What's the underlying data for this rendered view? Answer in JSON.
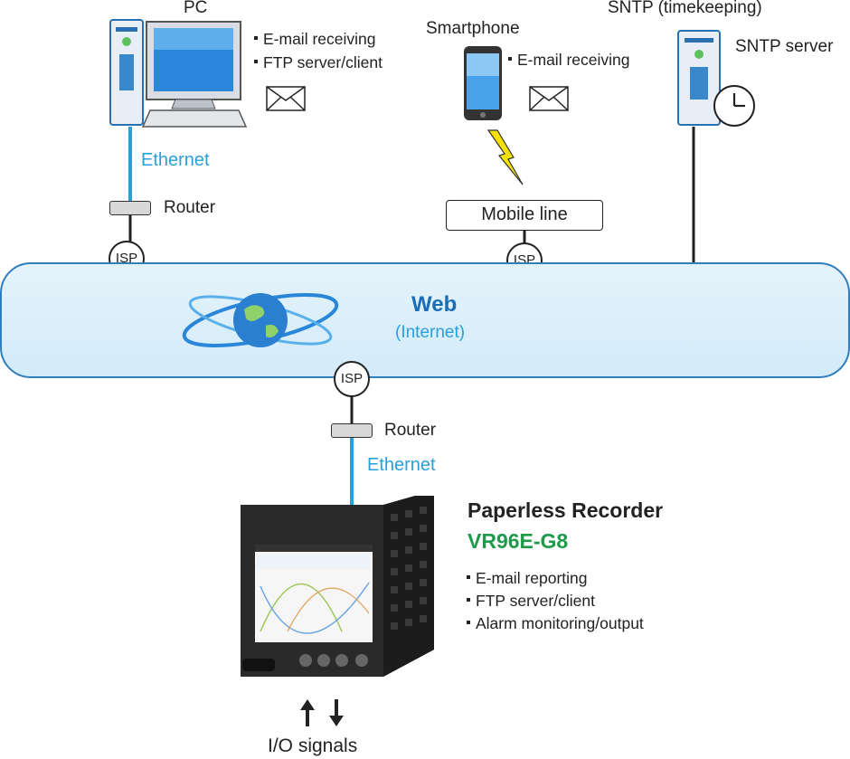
{
  "pc": {
    "label": "PC",
    "features": [
      "E-mail receiving",
      "FTP server/client"
    ],
    "link": "Ethernet",
    "router": "Router",
    "isp": "ISP"
  },
  "smartphone": {
    "label": "Smartphone",
    "features": [
      "E-mail receiving"
    ],
    "link": "Mobile line",
    "isp": "ISP"
  },
  "sntp": {
    "title": "SNTP (timekeeping)",
    "label": "SNTP server"
  },
  "internet": {
    "title": "Web",
    "subtitle": "(Internet)",
    "isp": "ISP"
  },
  "recorder": {
    "router": "Router",
    "link": "Ethernet",
    "title": "Paperless Recorder",
    "model": "VR96E-G8",
    "features": [
      "E-mail reporting",
      "FTP server/client",
      "Alarm monitoring/output"
    ],
    "io": "I/O signals"
  },
  "colors": {
    "ethernet": "#2a9fd8",
    "web_title": "#1a6db5",
    "model": "#1f9a4a",
    "cloud_fill": "#dcf0fa",
    "cloud_border": "#2f7fbf"
  },
  "icons": [
    "desktop-pc-icon",
    "smartphone-icon",
    "server-icon",
    "clock-icon",
    "envelope-icon",
    "lightning-icon",
    "globe-icon",
    "recorder-device-icon",
    "arrow-up-icon",
    "arrow-down-icon"
  ]
}
